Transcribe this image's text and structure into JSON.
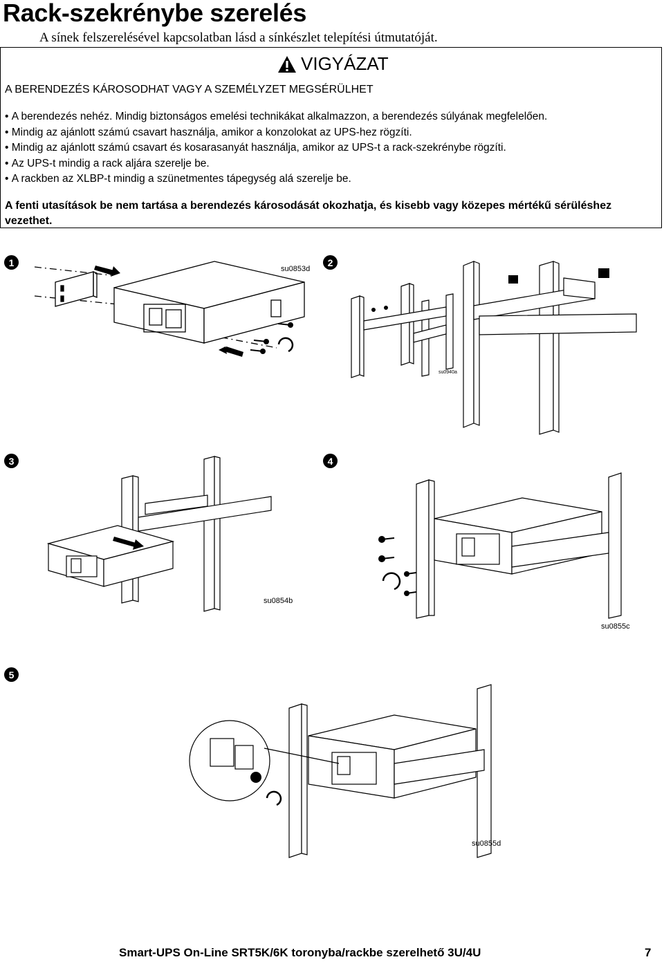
{
  "page": {
    "title": "Rack-szekrénybe szerelés",
    "subtitle": "A sínek felszerelésével kapcsolatban lásd a sínkészlet telepítési útmutatóját."
  },
  "warning": {
    "heading": "VIGYÁZAT",
    "subheading": "A BERENDEZÉS KÁROSODHAT VAGY A SZEMÉLYZET MEGSÉRÜLHET",
    "bullets": [
      "A berendezés nehéz. Mindig biztonságos emelési technikákat alkalmazzon, a berendezés súlyának megfelelően.",
      "Mindig az ajánlott számú csavart használja, amikor a konzolokat az UPS-hez rögzíti.",
      "Mindig az ajánlott számú csavart és kosarasanyát használja, amikor az UPS-t a rack-szekrénybe rögzíti.",
      "Az UPS-t mindig a rack aljára szerelje be.",
      "A rackben az XLBP-t mindig a szünetmentes tápegység alá szerelje be."
    ],
    "footer": "A fenti utasítások be nem tartása a berendezés károsodását okozhatja, és kisebb vagy közepes mértékű sérüléshez vezethet.",
    "icon": "warning-triangle-icon"
  },
  "steps": [
    {
      "number": "1",
      "code": "su0853d"
    },
    {
      "number": "2",
      "code": "su0940a"
    },
    {
      "number": "3",
      "code": "su0854b"
    },
    {
      "number": "4",
      "code": "su0855c"
    },
    {
      "number": "5",
      "code": "su0855d"
    }
  ],
  "footer": {
    "title": "Smart-UPS On-Line SRT5K/6K toronyba/rackbe szerelhető 3U/4U",
    "page_number": "7"
  }
}
